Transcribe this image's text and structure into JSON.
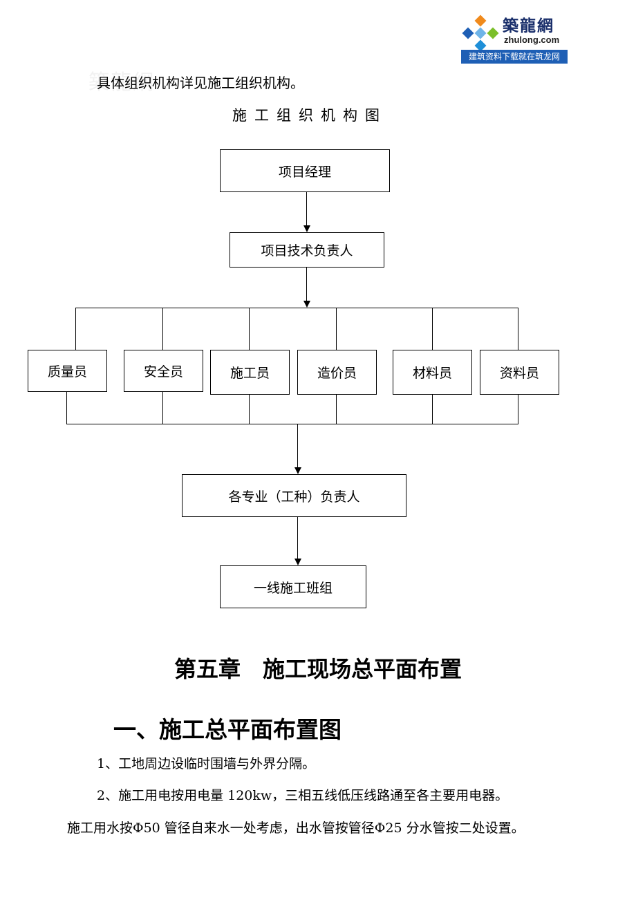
{
  "logo": {
    "name": "築龍網",
    "domain": "zhulong.com",
    "slogan": "建筑资料下载就在筑龙网",
    "colors": {
      "primary": "#1e5fb5",
      "accent_orange": "#f08a1c",
      "accent_green": "#7bbf2a"
    }
  },
  "watermark": "築龍網",
  "intro": "具体组织机构详见施工组织机构。",
  "chart_title": "施工组织机构图",
  "org_chart": {
    "manager": "项目经理",
    "tech_lead": "项目技术负责人",
    "staff": [
      "质量员",
      "安全员",
      "施工员",
      "造价员",
      "材料员",
      "资料员"
    ],
    "trade_leads": "各专业（工种）负责人",
    "teams": "一线施工班组"
  },
  "chapter_title": "第五章　施工现场总平面布置",
  "section_title": "一、施工总平面布置图",
  "paragraphs": [
    "1、工地周边设临时围墙与外界分隔。",
    "2、施工用电按用电量 120kw，三相五线低压线路通至各主要用电器。",
    "施工用水按Φ50 管径自来水一处考虑，出水管按管径Φ25 分水管按二处设置。"
  ]
}
